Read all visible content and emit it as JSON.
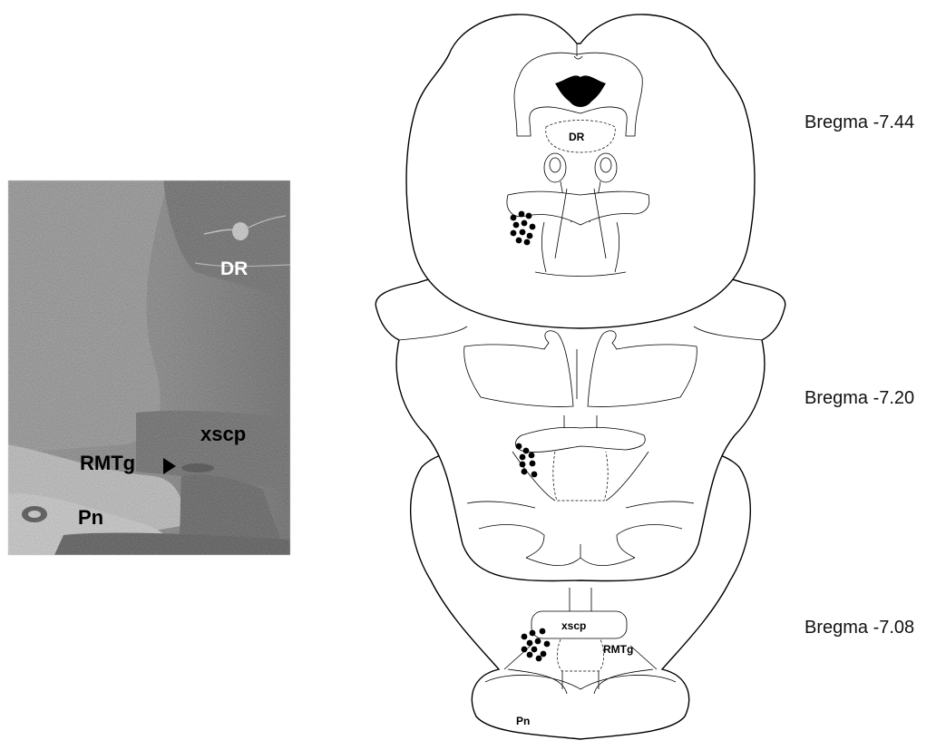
{
  "photo": {
    "labels": {
      "dr": "DR",
      "xscp": "xscp",
      "rmtg": "RMTg",
      "pn": "Pn"
    }
  },
  "atlas": {
    "sections": [
      {
        "bregma": "Bregma -7.44",
        "labels": {
          "dr": "DR"
        }
      },
      {
        "bregma": "Bregma -7.20",
        "labels": {}
      },
      {
        "bregma": "Bregma -7.08",
        "labels": {
          "xscp": "xscp",
          "rmtg": "RMTg",
          "pn": "Pn"
        }
      }
    ]
  },
  "colors": {
    "ink": "#000000",
    "background": "#ffffff"
  }
}
